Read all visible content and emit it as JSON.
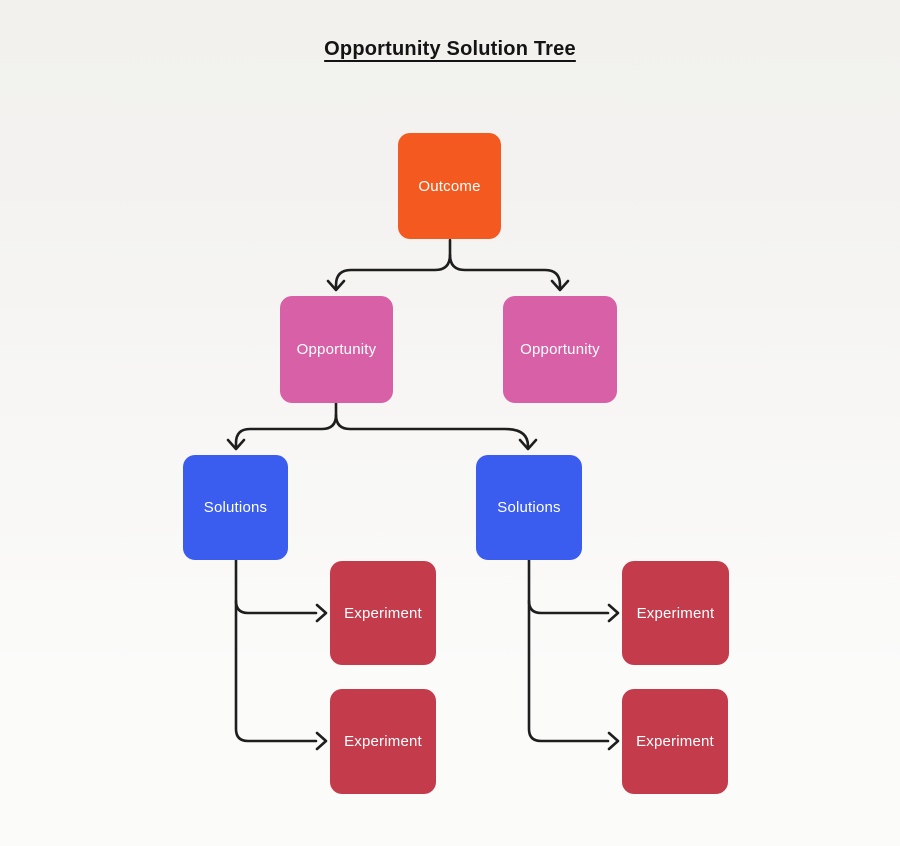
{
  "title": "Opportunity Solution Tree",
  "colors": {
    "outcome": "#F4591F",
    "opportunity": "#D860A7",
    "solution": "#3A5CEF",
    "experiment": "#C43B4B",
    "edge": "#1E1E1E",
    "label_text": "#FFFFFF",
    "title_text": "#141414"
  },
  "nodes": [
    {
      "id": "outcome",
      "label": "Outcome",
      "type": "outcome"
    },
    {
      "id": "opportunity-left",
      "label": "Opportunity",
      "type": "opportunity"
    },
    {
      "id": "opportunity-right",
      "label": "Opportunity",
      "type": "opportunity"
    },
    {
      "id": "solutions-left",
      "label": "Solutions",
      "type": "solution"
    },
    {
      "id": "solutions-right",
      "label": "Solutions",
      "type": "solution"
    },
    {
      "id": "experiment-left-top",
      "label": "Experiment",
      "type": "experiment"
    },
    {
      "id": "experiment-left-bottom",
      "label": "Experiment",
      "type": "experiment"
    },
    {
      "id": "experiment-right-top",
      "label": "Experiment",
      "type": "experiment"
    },
    {
      "id": "experiment-right-bottom",
      "label": "Experiment",
      "type": "experiment"
    }
  ],
  "edges": [
    {
      "from": "outcome",
      "to": "opportunity-left"
    },
    {
      "from": "outcome",
      "to": "opportunity-right"
    },
    {
      "from": "opportunity-left",
      "to": "solutions-left"
    },
    {
      "from": "opportunity-left",
      "to": "solutions-right"
    },
    {
      "from": "solutions-left",
      "to": "experiment-left-top"
    },
    {
      "from": "solutions-left",
      "to": "experiment-left-bottom"
    },
    {
      "from": "solutions-right",
      "to": "experiment-right-top"
    },
    {
      "from": "solutions-right",
      "to": "experiment-right-bottom"
    }
  ]
}
